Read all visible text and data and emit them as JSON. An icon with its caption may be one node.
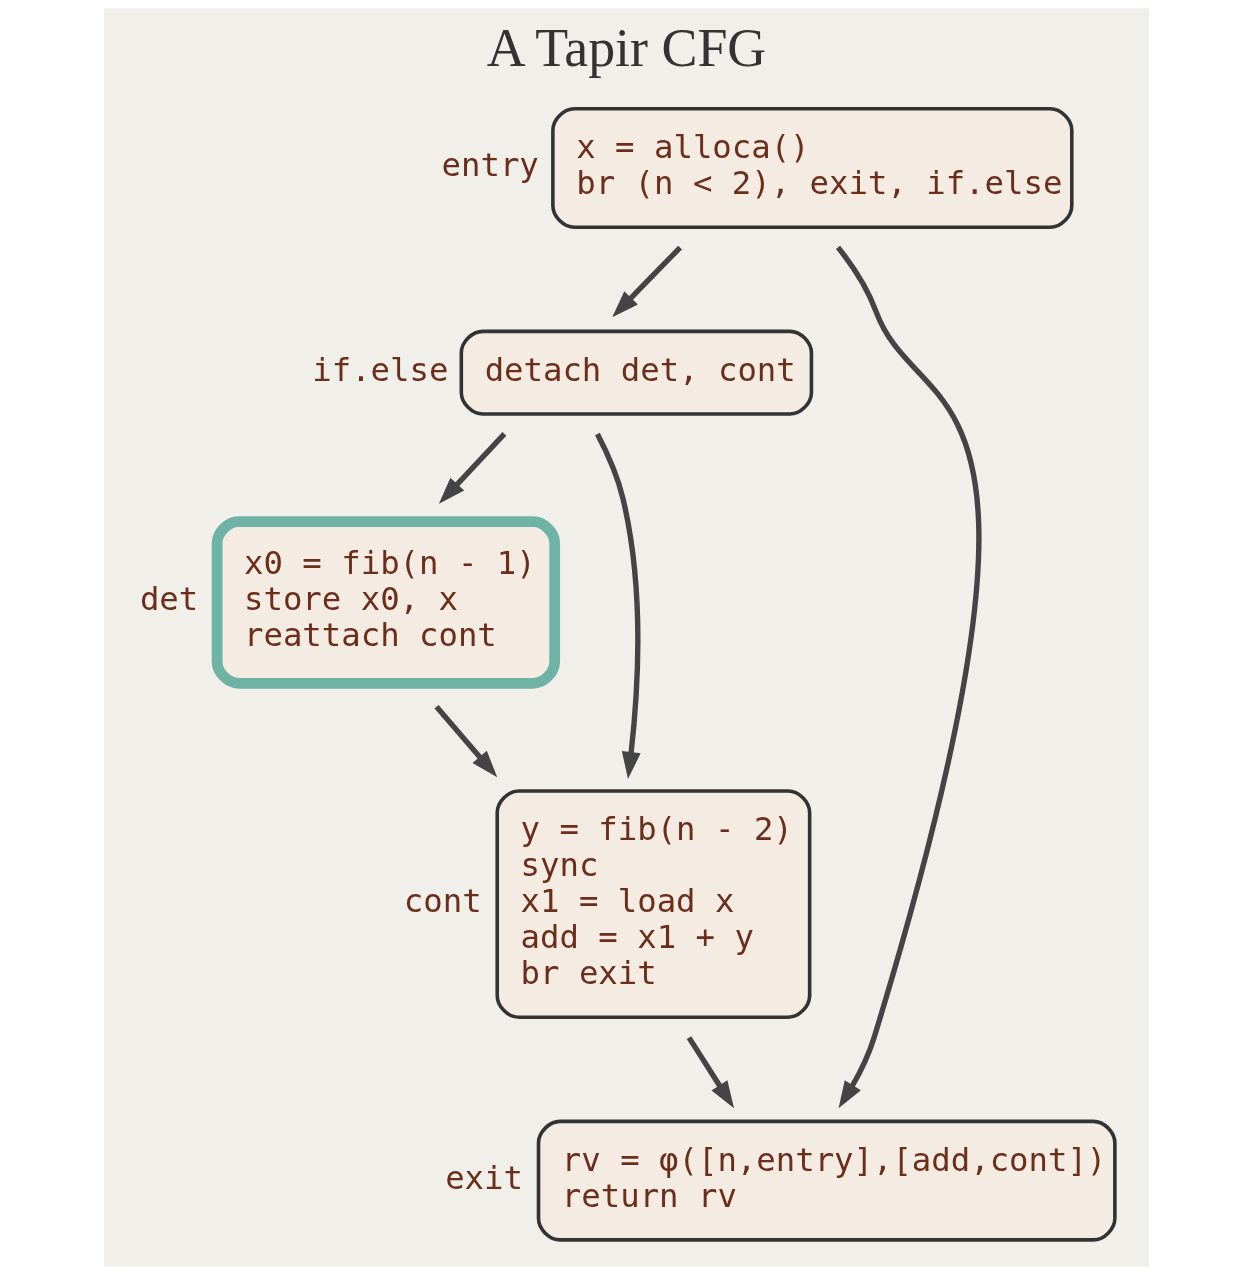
{
  "diagram": {
    "title": "A Tapir CFG",
    "nodes": [
      {
        "text": [
          "x = alloca()",
          "br (n < 2), exit, if.else"
        ],
        "beside": [
          "entry"
        ]
      },
      {
        "text": [
          "detach det, cont"
        ],
        "beside": [
          "if.else"
        ]
      },
      {
        "text": [
          "x0 = fib(n - 1)",
          "store x0, x",
          "reattach cont"
        ],
        "beside": [
          "det"
        ]
      },
      {
        "text": [
          "y = fib(n - 2)",
          "sync",
          "x1 = load x",
          "add = x1 + y",
          "br exit"
        ],
        "beside": [
          "cont"
        ]
      },
      {
        "text": [
          "rv = φ([n,entry],[add,cont])",
          "return rv"
        ],
        "beside": [
          "exit"
        ]
      }
    ],
    "edges": [
      {
        "from": 0,
        "to": 1,
        "arrow": "to"
      },
      {
        "from": 0,
        "to": 4,
        "arrow": "to"
      },
      {
        "from": 1,
        "to": 2,
        "arrow": "to"
      },
      {
        "from": 1,
        "to": 3,
        "arrow": "to"
      },
      {
        "from": 2,
        "to": 3,
        "arrow": "to"
      },
      {
        "from": 3,
        "to": 4,
        "arrow": "to"
      }
    ]
  }
}
